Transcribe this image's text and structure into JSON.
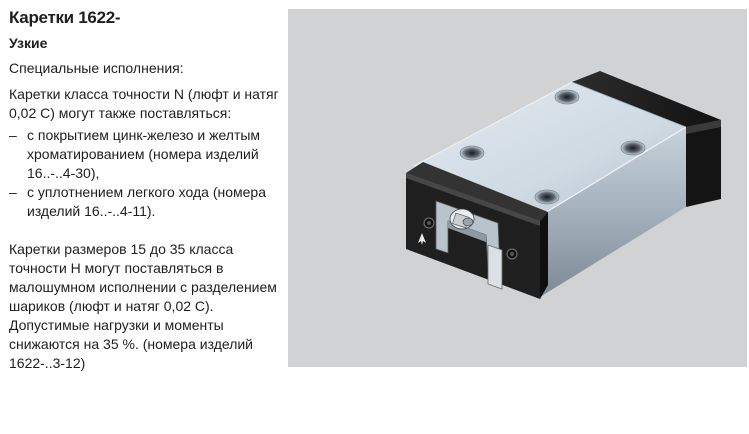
{
  "title": "Каретки 1622-",
  "subtitle": "Узкие",
  "special_heading": "Специальные исполнения:",
  "paragraph1": "Каретки класса точности N (люфт и натяг 0,02 С) могут также поставляться:",
  "bullets": [
    {
      "dash": "–",
      "text": "с покрытием цинк-железо и желтым хроматированием (номера изделий 16..-..4-30),"
    },
    {
      "dash": "–",
      "text": "с уплотнением легкого хода (номера изделий 16..-..4-11)."
    }
  ],
  "paragraph2": "Каретки размеров 15 до 35 класса точности Н могут поставляться в малошумном исполнении с разделением шариков (люфт и натяг 0,02 С). Допустимые нагрузки и моменты снижаются на 35 %. (номера изделий 1622-..3-12)",
  "colors": {
    "panel_background": "#d1d2d4",
    "block_top": "#d3dde5",
    "end_cap": "#1c1c1c",
    "text": "#1e1e1e"
  }
}
